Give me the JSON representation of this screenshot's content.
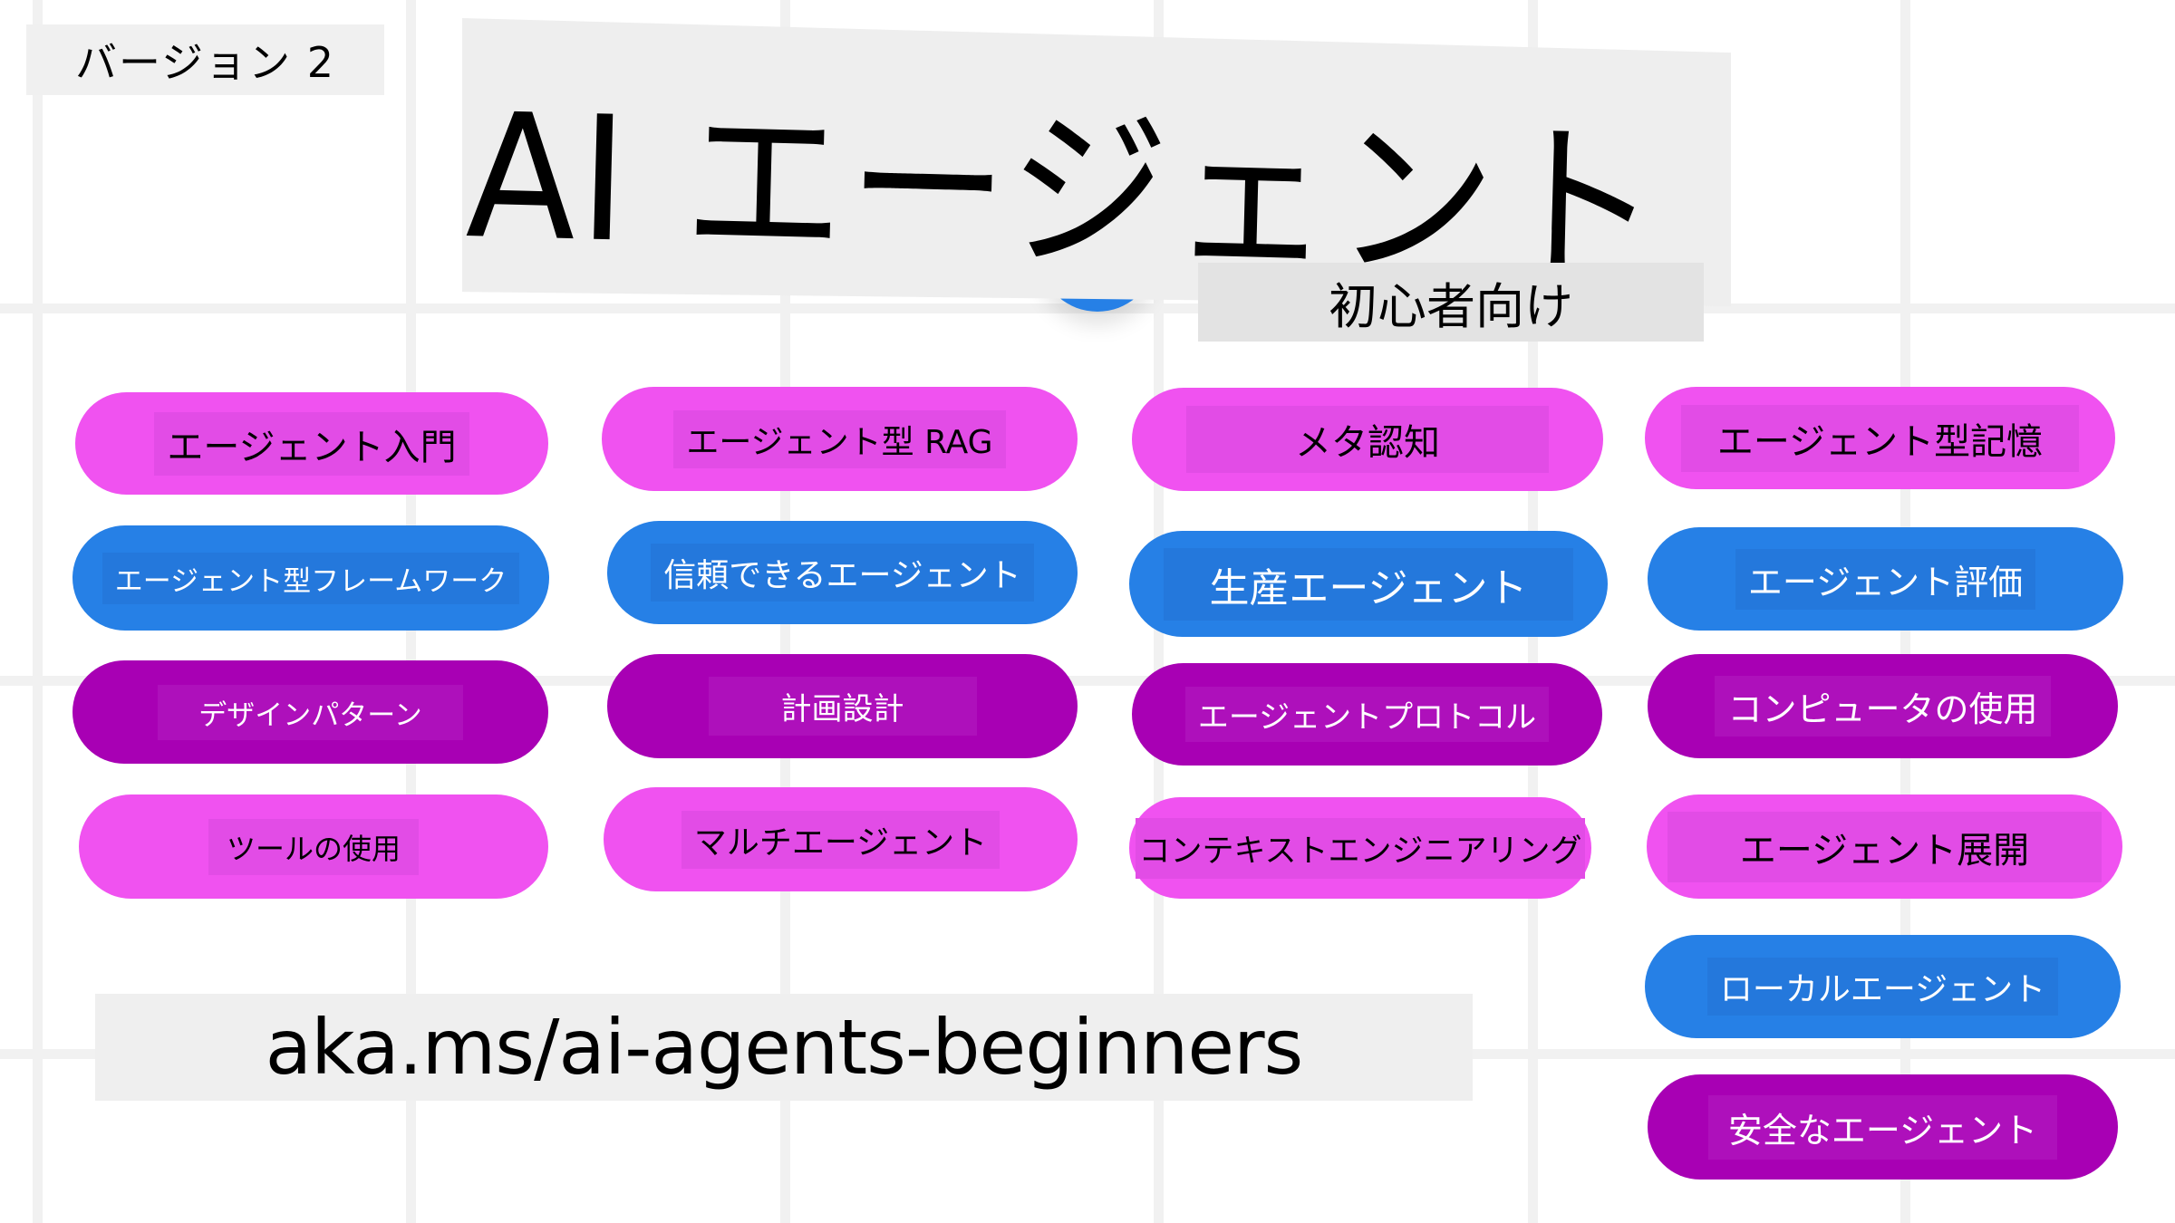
{
  "colors": {
    "pink": "#f052f0",
    "blue": "#2680e6",
    "purple": "#a800b4",
    "grid": "#f1f1f1",
    "banner_bg": "#eeeeee"
  },
  "header": {
    "version_label": "バージョン 2",
    "title": "AI エージェント",
    "subtitle": "初心者向け"
  },
  "lessons": [
    {
      "label": "エージェント入門",
      "color": "pink"
    },
    {
      "label": "エージェント型フレームワーク",
      "color": "blue"
    },
    {
      "label": "デザインパターン",
      "color": "purple"
    },
    {
      "label": "ツールの使用",
      "color": "pink"
    },
    {
      "label": "エージェント型 RAG",
      "color": "pink"
    },
    {
      "label": "信頼できるエージェント",
      "color": "blue"
    },
    {
      "label": "計画設計",
      "color": "purple"
    },
    {
      "label": "マルチエージェント",
      "color": "pink"
    },
    {
      "label": "メタ認知",
      "color": "pink"
    },
    {
      "label": "生産エージェント",
      "color": "blue"
    },
    {
      "label": "エージェントプロトコル",
      "color": "purple"
    },
    {
      "label": "コンテキストエンジニアリング",
      "color": "pink"
    },
    {
      "label": "エージェント型記憶",
      "color": "pink"
    },
    {
      "label": "エージェント評価",
      "color": "blue"
    },
    {
      "label": "コンピュータの使用",
      "color": "purple"
    },
    {
      "label": "エージェント展開",
      "color": "pink"
    },
    {
      "label": "ローカルエージェント",
      "color": "blue"
    },
    {
      "label": "安全なエージェント",
      "color": "purple"
    }
  ],
  "footer": {
    "url": "aka.ms/ai-agents-beginners"
  }
}
